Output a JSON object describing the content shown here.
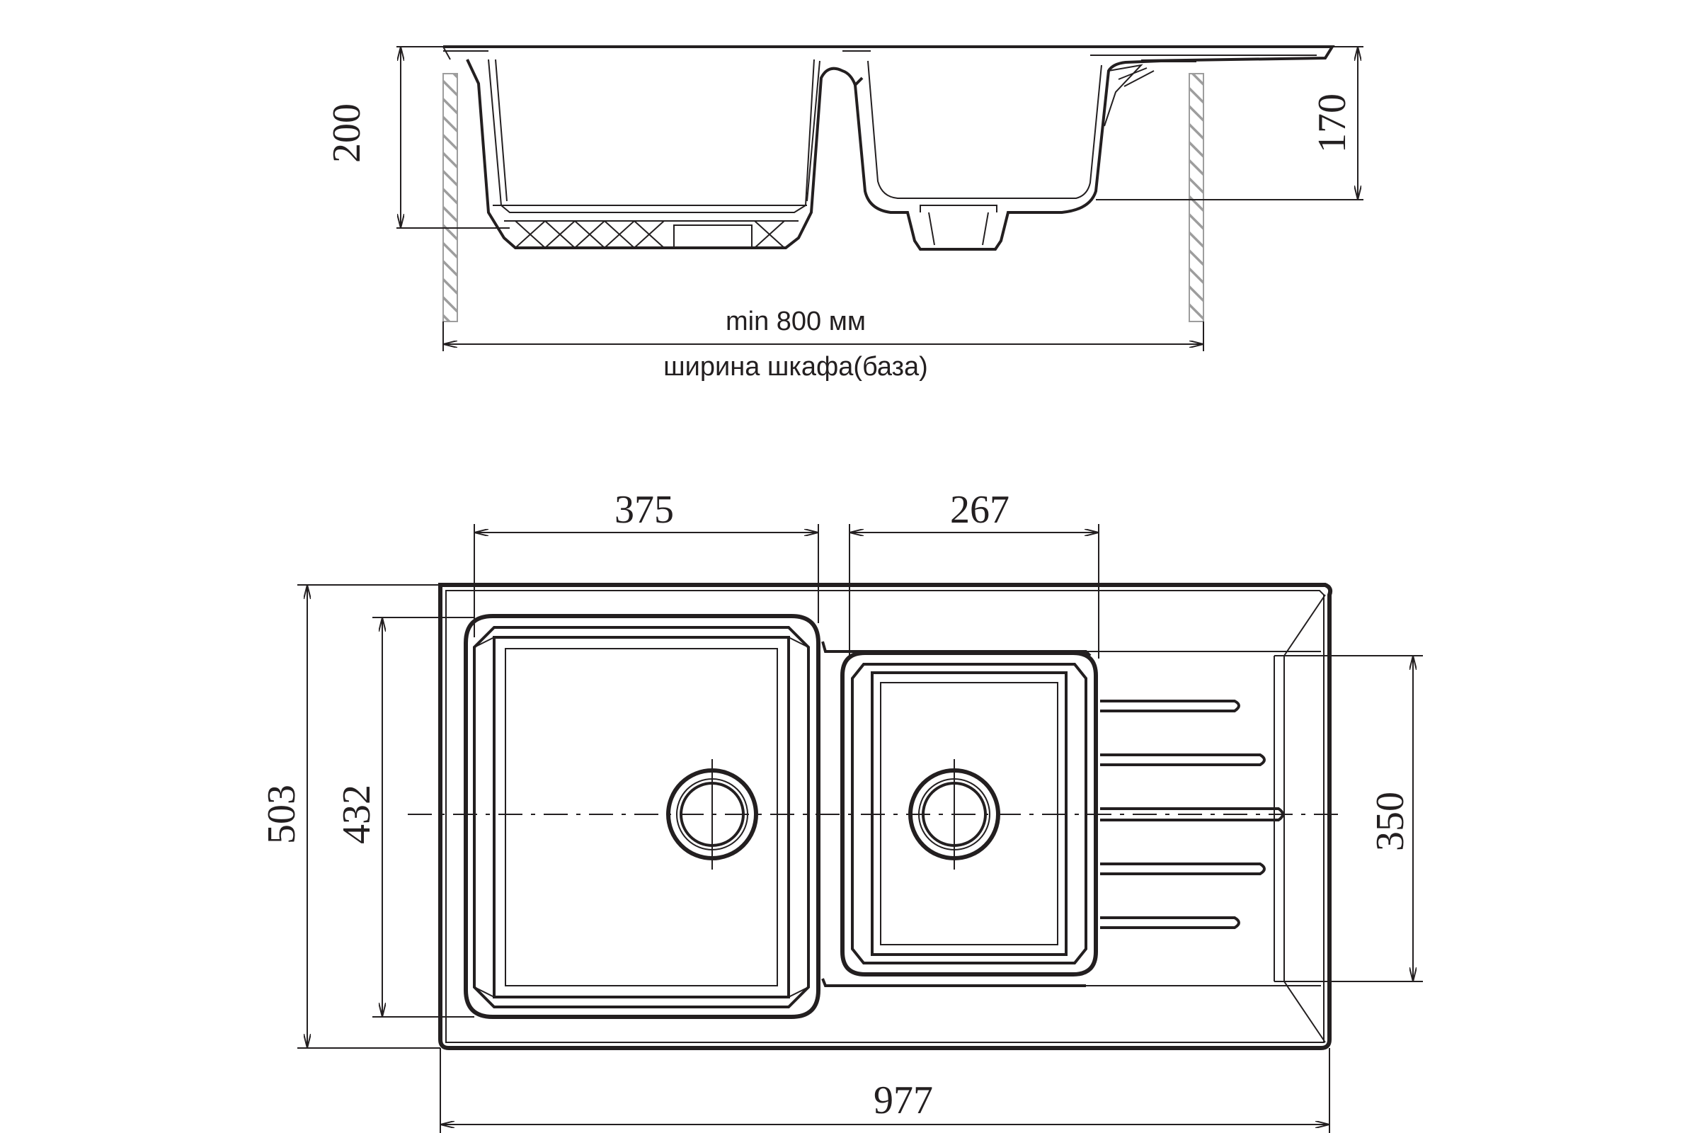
{
  "dimensions": {
    "depth_total": "200",
    "depth_bowl": "170",
    "large_bowl_width": "375",
    "small_bowl_width": "267",
    "overall_depth": "503",
    "large_bowl_depth": "432",
    "small_bowl_depth": "350",
    "overall_width": "977"
  },
  "cabinet": {
    "min_label": "min 800 мм",
    "width_label": "ширина шкафа(база)"
  },
  "colors": {
    "line": "#231f20",
    "wall_hatch": "#9d9d9d"
  }
}
